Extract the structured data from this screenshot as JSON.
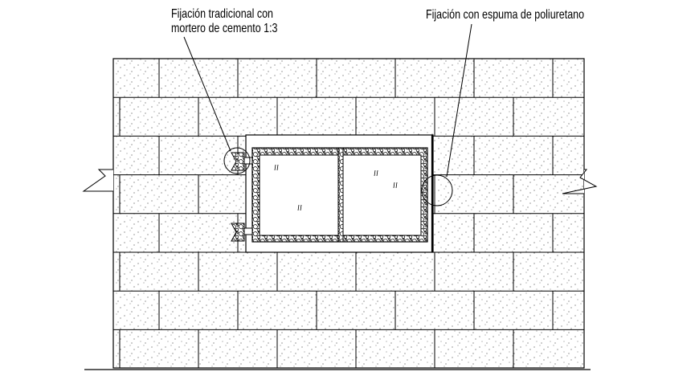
{
  "annotations": {
    "traditional_fixing": {
      "line1": "Fijación tradicional con",
      "line2": "mortero de cemento 1:3"
    },
    "foam_fixing": {
      "text": "Fijación con espuma de poliuretano"
    }
  },
  "colors": {
    "line": "#000000",
    "background": "#ffffff",
    "brick_dots": "#555555"
  }
}
